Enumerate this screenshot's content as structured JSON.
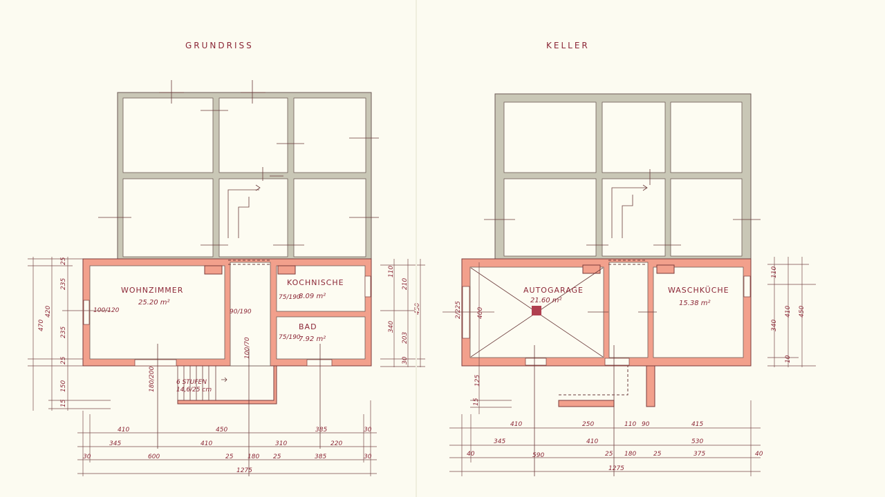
{
  "grundriss": {
    "title": "GRUNDRISS",
    "rooms": [
      {
        "name": "WOHNZIMMER",
        "area": "25.20 m²"
      },
      {
        "name": "KOCHNISCHE",
        "area": "8.09 m²"
      },
      {
        "name": "BAD",
        "area": "7.92 m²"
      }
    ],
    "openings": [
      "100/120",
      "90/190",
      "75/190",
      "75/190",
      "100/70",
      "180/200"
    ],
    "stairs": {
      "label": "6 STUFEN",
      "detail": "14,6/25 cm"
    },
    "left_dims": [
      "470",
      "420",
      "25",
      "235",
      "235",
      "25",
      "150",
      "15"
    ],
    "right_dims": [
      "110",
      "210",
      "340",
      "203",
      "30",
      "450"
    ],
    "bottom_dims": {
      "row1": [
        "410",
        "450",
        "385",
        "30"
      ],
      "row2": [
        "345",
        "410",
        "310",
        "220"
      ],
      "row3": [
        "30",
        "600",
        "25",
        "180",
        "25",
        "385",
        "30"
      ],
      "total": "1275"
    }
  },
  "keller": {
    "title": "KELLER",
    "rooms": [
      {
        "name": "AUTOGARAGE",
        "area": "21.60 m²"
      },
      {
        "name": "WASCHKÜCHE",
        "area": "15.38 m²"
      }
    ],
    "left_dims": [
      "2/225",
      "400",
      "125",
      "15"
    ],
    "right_dims": [
      "110",
      "340",
      "410",
      "450",
      "10"
    ],
    "bottom_dims": {
      "row1": [
        "410",
        "250",
        "110",
        "90",
        "415"
      ],
      "row2": [
        "345",
        "410",
        "530"
      ],
      "row3": [
        "40",
        "590",
        "25",
        "180",
        "25",
        "375",
        "40"
      ],
      "total": "1275"
    }
  },
  "colors": {
    "paper": "#fcfbf1",
    "ink": "#8b2636",
    "existing_wall": "#c9c7b6",
    "new_wall": "#f2a08c"
  }
}
